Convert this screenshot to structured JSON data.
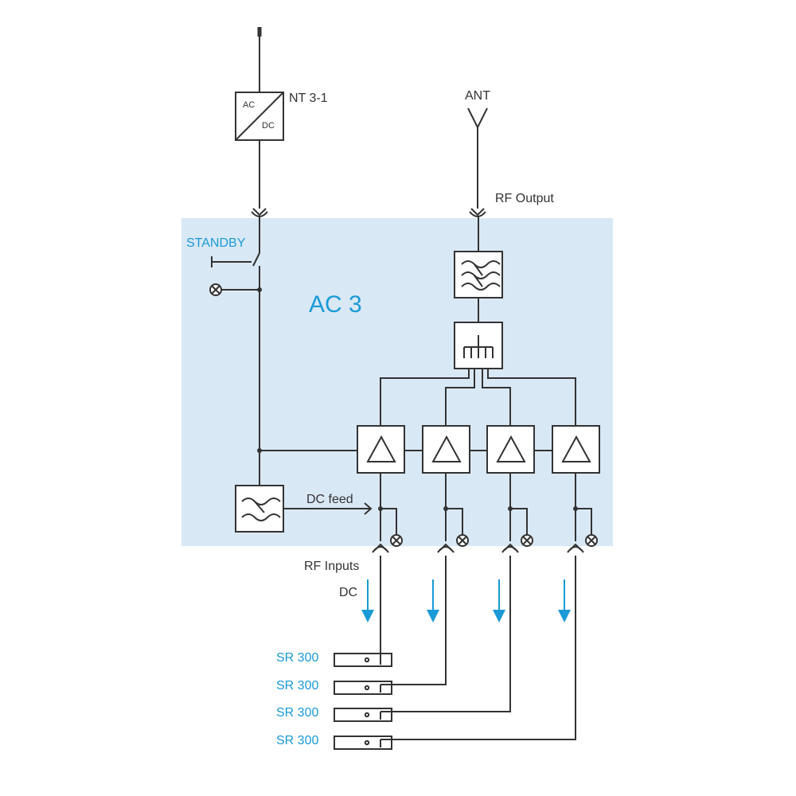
{
  "colors": {
    "panel": "#d9e8f5",
    "accent": "#1a9ad6",
    "line": "#333333"
  },
  "labels": {
    "nt": "NT 3-1",
    "ac": "AC",
    "dc_small": "DC",
    "ant": "ANT",
    "rf_output": "RF Output",
    "standby": "STANDBY",
    "title": "AC 3",
    "dc_feed": "DC feed",
    "rf_inputs": "RF Inputs",
    "dc": "DC"
  },
  "receivers": [
    "SR 300",
    "SR 300",
    "SR 300",
    "SR 300"
  ]
}
